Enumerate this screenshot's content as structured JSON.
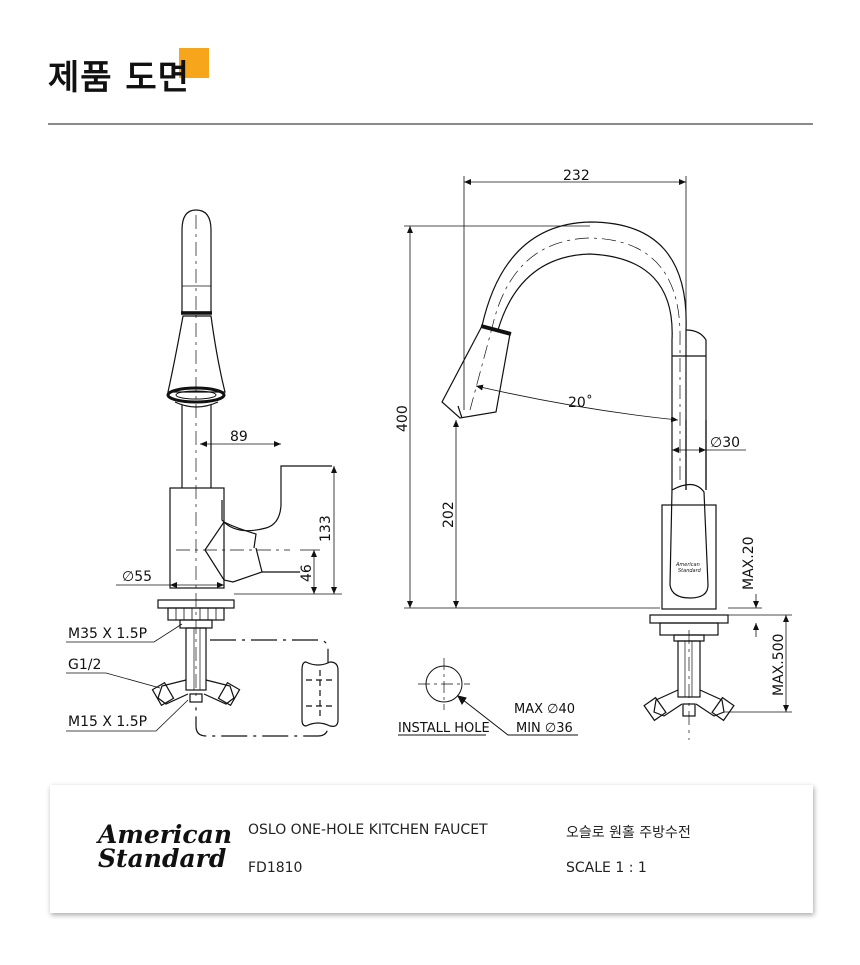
{
  "page": {
    "title": "제품 도면",
    "accent_color": "#f7a51a"
  },
  "drawing": {
    "dims": {
      "width_89": "89",
      "dia_55": "∅55",
      "h_133": "133",
      "h_46": "46",
      "w_232": "232",
      "h_400": "400",
      "h_202": "202",
      "angle_20": "20˚",
      "dia_30": "∅30",
      "max_20": "MAX.20",
      "max_500": "MAX.500"
    },
    "callouts": {
      "m35": "M35 X 1.5P",
      "g12": "G1/2",
      "m15": "M15 X 1.5P",
      "install_hole": "INSTALL HOLE",
      "max_40": "MAX ∅40",
      "min_36": "MIN ∅36"
    },
    "logo_lines": [
      "American",
      "Standard"
    ]
  },
  "info": {
    "product_name_en": "OSLO ONE-HOLE KITCHEN FAUCET",
    "product_name_ko": "오슬로 원홀 주방수전",
    "model": "FD1810",
    "scale": "SCALE  1 : 1",
    "logo_lines": [
      "American",
      "Standard"
    ]
  }
}
